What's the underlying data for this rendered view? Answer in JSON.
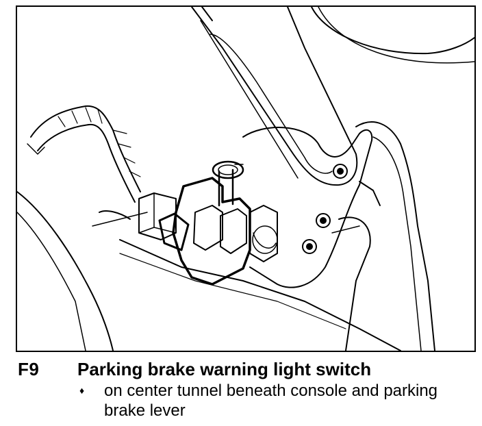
{
  "figure": {
    "label": "F9",
    "title": "Parking brake warning light switch",
    "bullet_symbol": "♦",
    "bullet_text": "on center tunnel beneath console and parking brake lever",
    "line_color": "#000000",
    "background_color": "#ffffff"
  }
}
